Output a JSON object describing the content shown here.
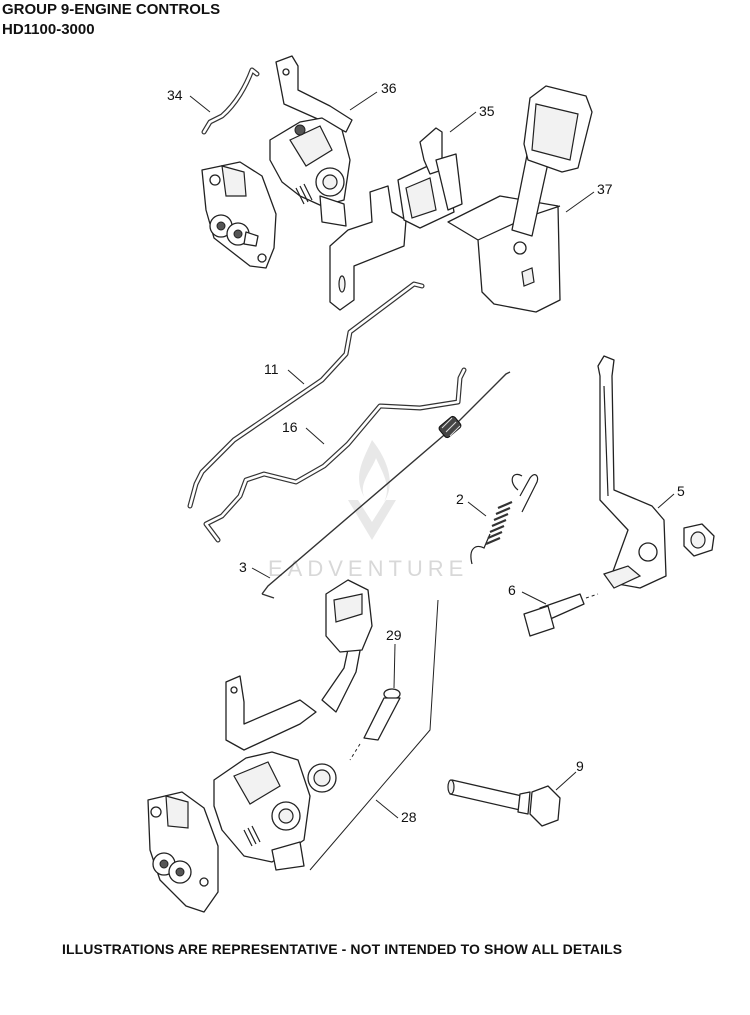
{
  "header": {
    "title": "GROUP 9-ENGINE CONTROLS",
    "model": "HD1100-3000"
  },
  "callouts": {
    "c34": "34",
    "c36": "36",
    "c35": "35",
    "c37": "37",
    "c11": "11",
    "c16": "16",
    "c2": "2",
    "c5": "5",
    "c3": "3",
    "c6": "6",
    "c29": "29",
    "c9": "9",
    "c28": "28"
  },
  "watermark": "EADVENTURE",
  "footer": "ILLUSTRATIONS ARE REPRESENTATIVE - NOT INTENDED TO SHOW ALL DETAILS"
}
